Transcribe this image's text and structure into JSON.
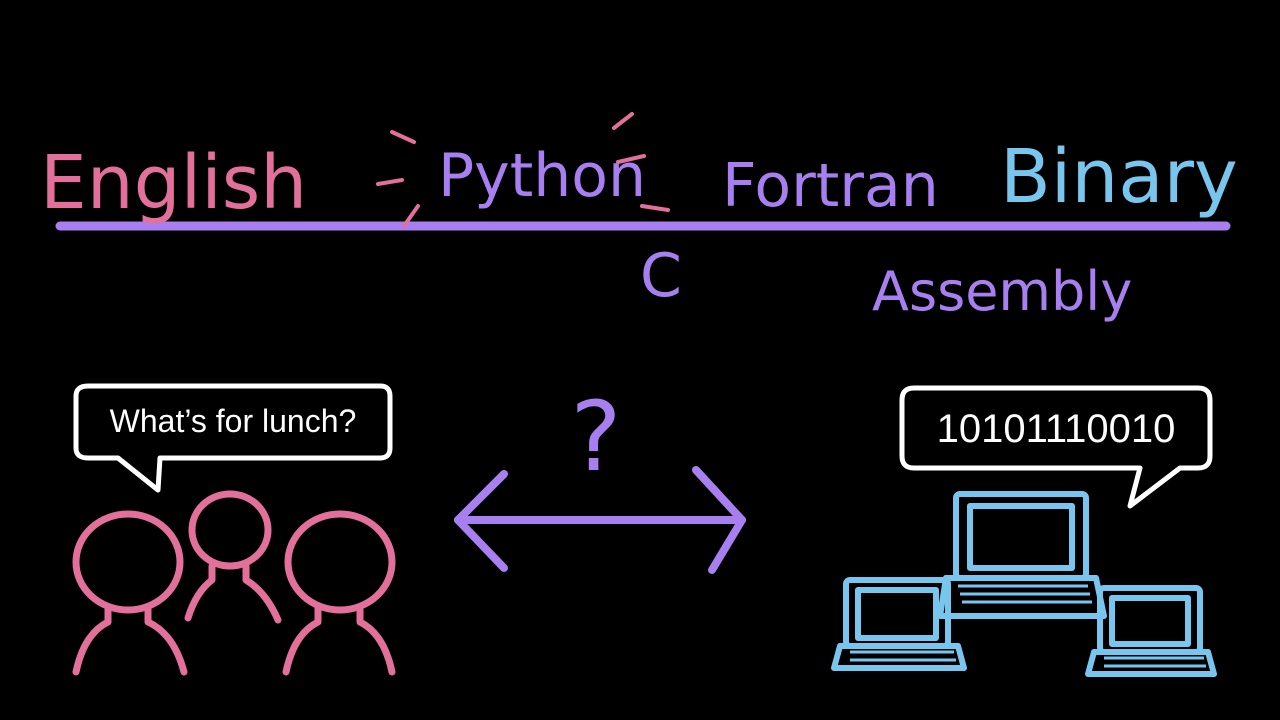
{
  "colors": {
    "background": "#000000",
    "pink": "#e2709a",
    "purple": "#a77ff0",
    "blue": "#78c6ee",
    "white": "#ffffff"
  },
  "spectrum": {
    "languages": [
      {
        "label": "English",
        "color": "pink"
      },
      {
        "label": "Python",
        "color": "purple"
      },
      {
        "label": "C",
        "color": "purple"
      },
      {
        "label": "Fortran",
        "color": "purple"
      },
      {
        "label": "Assembly",
        "color": "purple"
      },
      {
        "label": "Binary",
        "color": "blue"
      }
    ]
  },
  "people_bubble": {
    "text": "What’s for lunch?"
  },
  "computer_bubble": {
    "text": "10101110010"
  },
  "translation": {
    "question": "?"
  },
  "icons": [
    "people-group-icon",
    "laptops-group-icon",
    "double-arrow-icon",
    "highlight-dashes-icon"
  ]
}
